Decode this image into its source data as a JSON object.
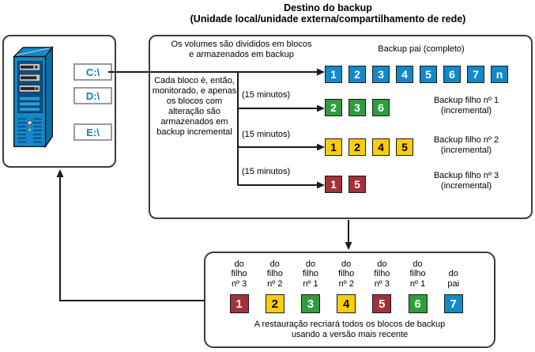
{
  "title": {
    "line1": "Destino do backup",
    "line2": "(Unidade local/unidade externa/compartilhamento de rede)"
  },
  "server": {
    "drives": [
      {
        "label": "C:\\"
      },
      {
        "label": "D:\\"
      },
      {
        "label": "E:\\"
      }
    ]
  },
  "backup_box": {
    "top_note": "Os volumes são divididos em blocos\ne armazenados em backup",
    "left_note": "Cada bloco é, então,\nmonitorado, e apenas\nos blocos com\nalteração são\narmazenados em\nbackup incremental",
    "interval_label": "(15 minutos)",
    "rows": [
      {
        "name": "backup-pai",
        "label": "Backup pai (completo)",
        "color_key": "blue",
        "blocks": [
          "1",
          "2",
          "3",
          "4",
          "5",
          "6",
          "7",
          "n"
        ]
      },
      {
        "name": "backup-filho-1",
        "label": "Backup filho nº 1\n(incremental)",
        "color_key": "green",
        "blocks": [
          "2",
          "3",
          "6"
        ]
      },
      {
        "name": "backup-filho-2",
        "label": "Backup filho nº 2\n(incremental)",
        "color_key": "yellow",
        "blocks": [
          "1",
          "2",
          "4",
          "5"
        ]
      },
      {
        "name": "backup-filho-3",
        "label": "Backup filho nº 3\n(incremental)",
        "color_key": "red",
        "blocks": [
          "1",
          "5"
        ]
      }
    ]
  },
  "restore_box": {
    "columns": [
      {
        "source": "do\nfilho\nnº 3",
        "block": "1",
        "color_key": "red"
      },
      {
        "source": "do\nfilho\nnº 2",
        "block": "2",
        "color_key": "yellow"
      },
      {
        "source": "do\nfilho\nnº 1",
        "block": "3",
        "color_key": "green"
      },
      {
        "source": "do\nfilho\nnº 2",
        "block": "4",
        "color_key": "yellow"
      },
      {
        "source": "do\nfilho\nnº 3",
        "block": "5",
        "color_key": "red"
      },
      {
        "source": "do\nfilho\nnº 1",
        "block": "6",
        "color_key": "green"
      },
      {
        "source": "do\npai",
        "block": "7",
        "color_key": "blue"
      }
    ],
    "caption": "A restauração recriará todos os blocos de backup\nusando a versão mais recente"
  },
  "colors": {
    "blue": "#1389C8",
    "green": "#2F9C3F",
    "yellow": "#FACD0A",
    "red": "#A43039",
    "block_text_light": "#FFFFFF",
    "block_text_dark": "#000000",
    "drive_text": "#0C7EC2",
    "line": "#1A1A1A"
  }
}
